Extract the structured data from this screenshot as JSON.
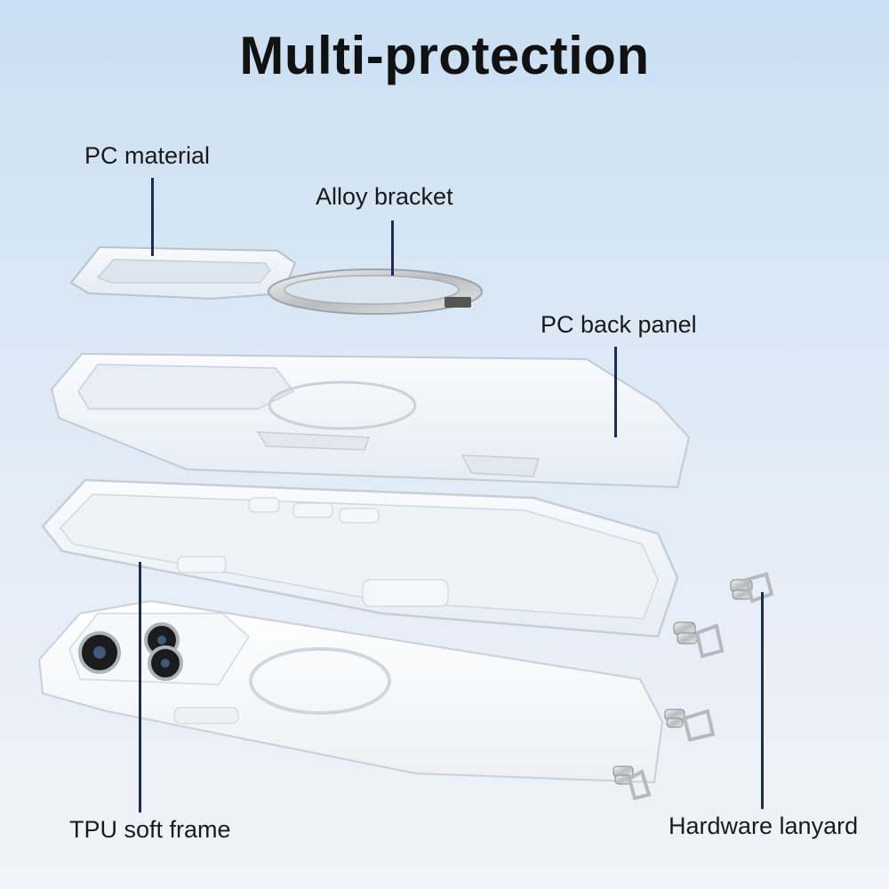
{
  "heading": "Multi-protection",
  "callouts": {
    "pc_material": "PC material",
    "alloy_bracket": "Alloy bracket",
    "pc_back_panel": "PC back panel",
    "tpu_soft_frame": "TPU soft frame",
    "hardware_lanyard": "Hardware lanyard"
  },
  "colors": {
    "leader_line": "#1e2d52",
    "background_top": "#c9dff3",
    "background_bottom": "#f1f3f8"
  }
}
